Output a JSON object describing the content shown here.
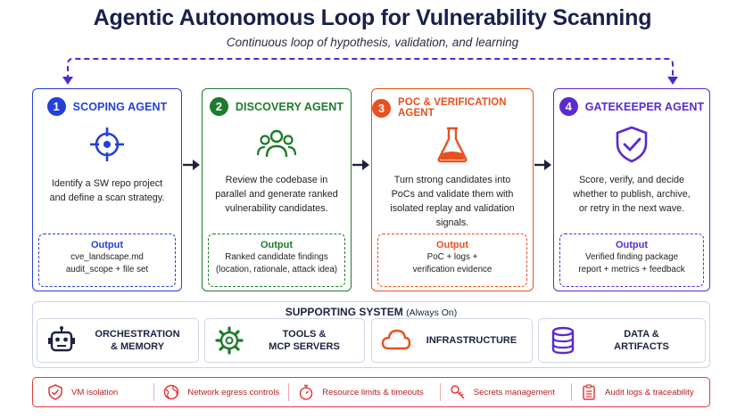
{
  "title": "Agentic Autonomous Loop for Vulnerability Scanning",
  "subtitle": "Continuous loop of hypothesis, validation, and learning",
  "agents": [
    {
      "num": "1",
      "name": "SCOPING AGENT",
      "color": "#2440d8",
      "icon": "target-icon",
      "desc": "Identify a SW repo project and define a scan strategy.",
      "output_label": "Output",
      "output": "cve_landscape.md\naudit_scope + file set"
    },
    {
      "num": "2",
      "name": "DISCOVERY AGENT",
      "color": "#1e7a2c",
      "icon": "people-group-icon",
      "desc": "Review the codebase in parallel and generate ranked vulnerability candidates.",
      "output_label": "Output",
      "output": "Ranked candidate findings\n(location, rationale, attack idea)"
    },
    {
      "num": "3",
      "name": "POC & VERIFICATION AGENT",
      "color": "#e8501f",
      "icon": "flask-icon",
      "desc": "Turn strong candidates into PoCs and validate them with isolated replay and validation signals.",
      "output_label": "Output",
      "output": "PoC + logs +\nverification evidence"
    },
    {
      "num": "4",
      "name": "GATEKEEPER AGENT",
      "color": "#5a2ad0",
      "icon": "shield-check-icon",
      "desc": "Score, verify, and decide whether to publish, archive, or retry in the next wave.",
      "output_label": "Output",
      "output": "Verified finding package\nreport + metrics + feedback"
    }
  ],
  "support": {
    "title": "SUPPORTING SYSTEM",
    "note": "(Always On)",
    "items": [
      {
        "label": "ORCHESTRATION\n& MEMORY",
        "icon": "robot-icon",
        "color": "#1b2340"
      },
      {
        "label": "TOOLS &\nMCP SERVERS",
        "icon": "gear-icon",
        "color": "#1e7a2c"
      },
      {
        "label": "INFRASTRUCTURE",
        "icon": "cloud-icon",
        "color": "#e8501f"
      },
      {
        "label": "DATA &\nARTIFACTS",
        "icon": "database-icon",
        "color": "#5a2ad0"
      }
    ]
  },
  "guardrails": {
    "color": "#e23a3a",
    "items": [
      {
        "label": "VM isolation",
        "icon": "shield-check-icon"
      },
      {
        "label": "Network egress controls",
        "icon": "globe-icon"
      },
      {
        "label": "Resource limits & timeouts",
        "icon": "stopwatch-icon"
      },
      {
        "label": "Secrets management",
        "icon": "key-icon"
      },
      {
        "label": "Audit logs & traceability",
        "icon": "clipboard-list-icon"
      }
    ]
  }
}
